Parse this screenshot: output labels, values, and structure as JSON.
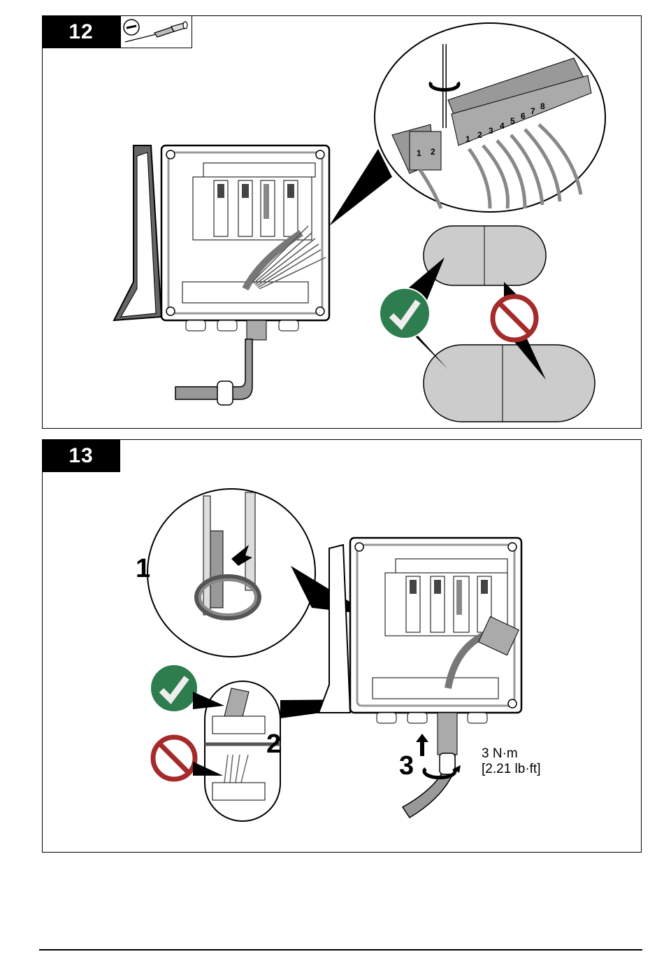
{
  "page": {
    "steps": [
      {
        "number": "12",
        "tool_icon": "screwdriver-icon",
        "callouts": {
          "terminal_small_numbers": [
            "1",
            "2"
          ],
          "terminal_large_numbers": [
            "1",
            "2",
            "3",
            "4",
            "5",
            "6",
            "7",
            "8"
          ],
          "correct_icon": "check-icon",
          "incorrect_icon": "prohibited-icon"
        }
      },
      {
        "number": "13",
        "callouts": {
          "label_1": "1",
          "label_2": "2",
          "label_3": "3",
          "torque_metric": "3 N·m",
          "torque_imperial": "[2.21 lb·ft]",
          "correct_icon": "check-icon",
          "incorrect_icon": "prohibited-icon"
        }
      }
    ],
    "colors": {
      "correct_green": "#2e7d4f",
      "incorrect_red": "#a52a2a",
      "part_gray": "#a8a8a8",
      "outline": "#000000"
    }
  }
}
